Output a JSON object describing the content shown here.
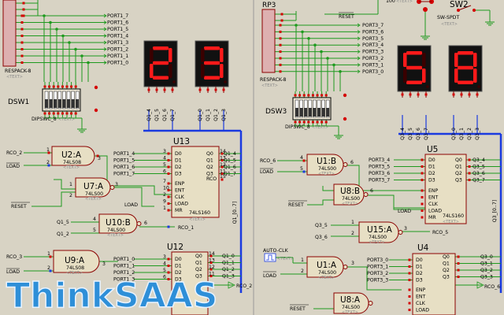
{
  "left": {
    "respack": {
      "name": "RESPACK-8",
      "text": "<TEXT>"
    },
    "port_bus": [
      "PORT1_7",
      "PORT1_6",
      "PORT1_5",
      "PORT1_4",
      "PORT1_3",
      "PORT1_2",
      "PORT1_1",
      "PORT1_0"
    ],
    "dsw": {
      "ref": "DSW1",
      "part": "DIPSWC_8",
      "text": "<TEXT>"
    },
    "u2a": {
      "ref": "U2:A",
      "part": "74LS08",
      "text": "<TEXT>",
      "in1": "RCO_2",
      "in2": "LOAD",
      "pin_in1": "1",
      "pin_in2": "2",
      "pin_out": "3"
    },
    "u7a": {
      "ref": "U7:A",
      "part": "74LS00",
      "text": "<TEXT>",
      "in": "RESET",
      "out": "LOAD",
      "pin_in1": "1",
      "pin_in2": "2",
      "pin_out": "3"
    },
    "u10b": {
      "ref": "U10:B",
      "part": "74LS00",
      "text": "<TEXT>",
      "in1": "Q1_5",
      "in2": "Q1_2",
      "out": "RCO_1",
      "pin_in1": "4",
      "pin_in2": "5",
      "pin_out": "6"
    },
    "u9a": {
      "ref": "U9:A",
      "part": "74LS08",
      "text": "<TEXT>",
      "in1": "RCO_3",
      "in2": "LOAD",
      "pin_in1": "1",
      "pin_in2": "2",
      "pin_out": "3"
    },
    "u13": {
      "ref": "U13",
      "part": "74LS160",
      "text": "<TEXT>",
      "inputs": [
        "PORT1_4",
        "PORT1_5",
        "PORT1_6",
        "PORT1_7"
      ],
      "in_pins": [
        "D0",
        "D1",
        "D2",
        "D3"
      ],
      "in_nums": [
        "3",
        "4",
        "5",
        "6"
      ],
      "outputs": [
        "Q1_4",
        "Q1_5",
        "Q1_6",
        "Q1_7"
      ],
      "out_pins": [
        "Q0",
        "Q1",
        "Q2",
        "Q3"
      ],
      "out_nums": [
        "14",
        "13",
        "12",
        "11"
      ],
      "ctrl_pins": [
        "ENP",
        "ENT",
        "CLK",
        "LOAD",
        "MR"
      ],
      "ctrl_nums": [
        "7",
        "10",
        "2",
        "9",
        "1"
      ],
      "rco": "RCO",
      "rco_num": "15",
      "load_sig": "LOAD",
      "rco_out": "RCO_1"
    },
    "u12": {
      "ref": "U12",
      "part": "74LS160",
      "text": "<TEXT>",
      "inputs": [
        "PORT1_0",
        "PORT1_1",
        "PORT1_2",
        "PORT1_3"
      ],
      "in_pins": [
        "D0",
        "D1",
        "D2",
        "D3"
      ],
      "in_nums": [
        "3",
        "4",
        "5",
        "6"
      ],
      "outputs": [
        "Q1_0",
        "Q1_1",
        "Q1_2",
        "Q1_3"
      ],
      "out_pins": [
        "Q0",
        "Q1",
        "Q2",
        "Q3"
      ],
      "out_nums": [
        "14",
        "13",
        "12",
        "11"
      ],
      "rco_out": "RCO_2"
    },
    "display": {
      "digits": [
        "2",
        "3"
      ],
      "color": "#ff1a1a"
    },
    "bus_label": "Q1_[0..7]",
    "seg_pin_labels": [
      "Q1_4",
      "Q1_5",
      "Q1_6",
      "Q1_7",
      "Q1_0",
      "Q1_1",
      "Q1_2",
      "Q1_3"
    ]
  },
  "right": {
    "rp": {
      "ref": "RP3",
      "name": "RESPACK-8",
      "text": "<TEXT>"
    },
    "port_bus": [
      "PORT3_7",
      "PORT3_6",
      "PORT3_5",
      "PORT3_4",
      "PORT3_3",
      "PORT3_2",
      "PORT3_1",
      "PORT3_0"
    ],
    "reset_label": "RESET",
    "res_value": "100",
    "res_text": "<TEXT>",
    "sw2": {
      "ref": "SW2",
      "part": "SW-SPDT",
      "text": "<TEXT>"
    },
    "dsw": {
      "ref": "DSW3",
      "part": "DIPSWC_8",
      "text": "<TEXT>"
    },
    "u1b": {
      "ref": "U1:B",
      "part": "74LS00",
      "text": "<TEXT>",
      "in1": "RCO_6",
      "in2": "LOAD",
      "pin_in1": "4",
      "pin_in2": "5",
      "pin_out": "6"
    },
    "u8b": {
      "ref": "U8:B",
      "part": "74LS00",
      "text": "<TEXT>",
      "in": "RESET",
      "pin_in1": "4",
      "pin_in2": "5",
      "pin_out": "6"
    },
    "u15a": {
      "ref": "U15:A",
      "part": "74LS00",
      "text": "<TEXT>",
      "in1": "Q3_5",
      "in2": "Q3_6",
      "out": "RCO_5",
      "pin_in1": "1",
      "pin_in2": "2",
      "pin_out": "3"
    },
    "u1a": {
      "ref": "U1:A",
      "part": "74LS00",
      "text": "<TEXT>",
      "in": "LOAD",
      "pin_in1": "1",
      "pin_in2": "2",
      "pin_out": "3"
    },
    "u8a": {
      "ref": "U8:A",
      "part": "74LS00",
      "text": "<TEXT>",
      "in": "RESET"
    },
    "clk": {
      "label": "AUTO-CLK",
      "text": "<TEXT>"
    },
    "u5": {
      "ref": "U5",
      "part": "74LS160",
      "text": "<TEXT>",
      "inputs": [
        "PORT3_4",
        "PORT3_5",
        "PORT3_6",
        "PORT3_7"
      ],
      "outputs": [
        "Q3_4",
        "Q3_5",
        "Q3_6",
        "Q3_7"
      ],
      "load_sig": "LOAD"
    },
    "u4": {
      "ref": "U4",
      "part": "74LS160",
      "text": "<TEXT>",
      "inputs": [
        "PORT3_0",
        "PORT3_1",
        "PORT3_2",
        "PORT3_3"
      ],
      "outputs": [
        "Q3_0",
        "Q3_1",
        "Q3_2",
        "Q3_3"
      ],
      "rco_out": "RCO_6"
    },
    "display": {
      "digits": [
        "5",
        "8"
      ],
      "color": "#ff1a1a"
    },
    "bus_label": "Q3_[0..7]",
    "seg_pin_labels": [
      "Q3_4",
      "Q3_5",
      "Q3_6",
      "Q3_7",
      "Q3_0",
      "Q3_1",
      "Q3_2",
      "Q3_3"
    ]
  },
  "watermark": "ThinkSAAS",
  "colors": {
    "background": "#d8d3c4",
    "wire": "#1e9a1e",
    "component": "#8b0000",
    "chip_fill": "#e7dfc4",
    "bus": "#1a3ae0",
    "pin_red": "#d40000",
    "pin_blue": "#1a3ae0",
    "seg_on": "#ff1a1a",
    "seg_off": "#3a0000",
    "display_bg": "#111"
  }
}
